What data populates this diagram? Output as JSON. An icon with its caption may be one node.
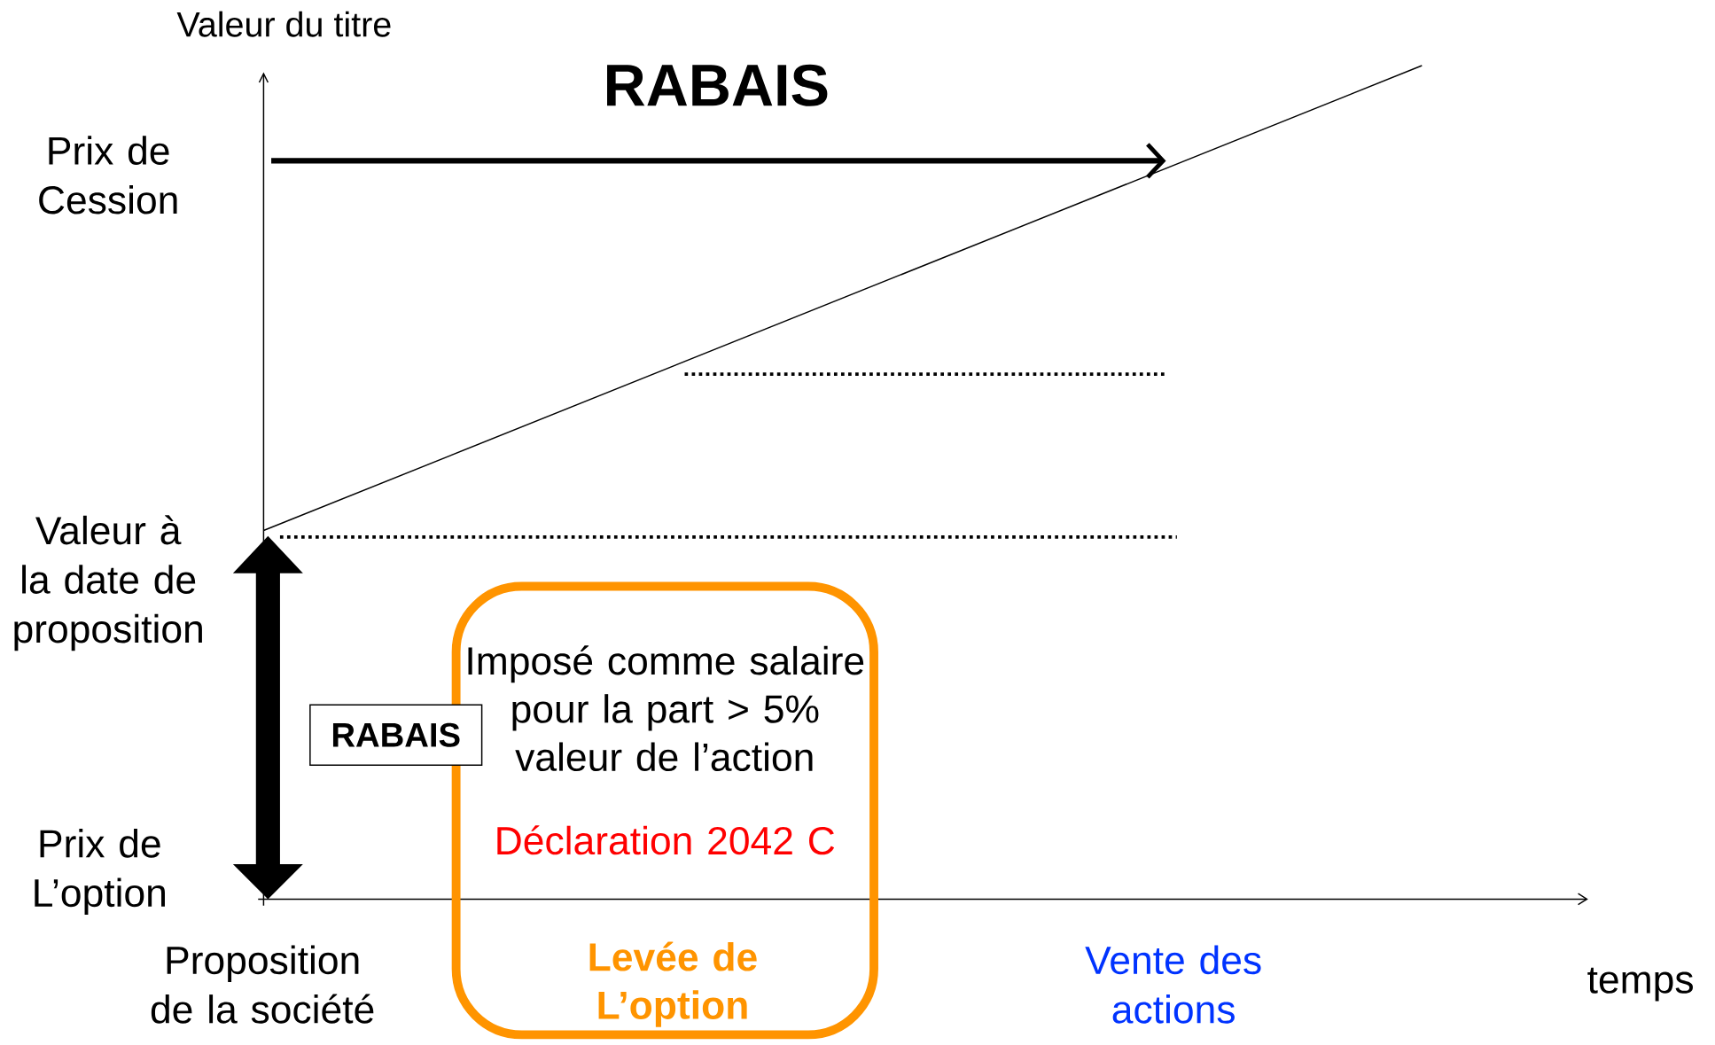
{
  "diagram": {
    "title": "RABAIS",
    "nodes": [
      {
        "text": [
          "RABAIS"
        ]
      },
      {
        "text": [
          "Imposé comme salaire pour la part > 5% valeur de l’action",
          "Déclaration 2042 C",
          "Levée de L’option"
        ]
      }
    ],
    "labels": [
      "Valeur du titre",
      "Prix de Cession",
      "Valeur à la date de proposition",
      "Prix de L’option",
      "Proposition de la société",
      "Vente des actions",
      "temps"
    ]
  }
}
